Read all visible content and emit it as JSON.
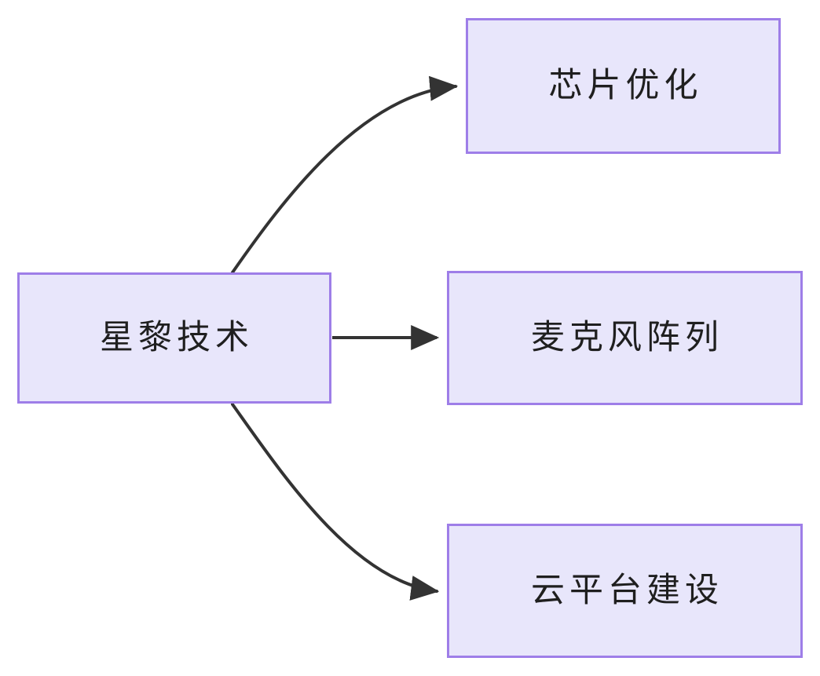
{
  "diagram": {
    "type": "flowchart",
    "direction": "left-to-right",
    "background_color": "#ffffff",
    "node_fill_color": "#e8e6fb",
    "node_border_color": "#9e7ee8",
    "edge_color": "#333333",
    "text_color": "#1f1f1f",
    "nodes": [
      {
        "id": "root",
        "label": "星黎技术"
      },
      {
        "id": "chip",
        "label": "芯片优化"
      },
      {
        "id": "mic",
        "label": "麦克风阵列"
      },
      {
        "id": "cloud",
        "label": "云平台建设"
      }
    ],
    "edges": [
      {
        "from": "root",
        "to": "chip",
        "style": "curved",
        "arrow": "triangle",
        "label": ""
      },
      {
        "from": "root",
        "to": "mic",
        "style": "straight",
        "arrow": "triangle",
        "label": ""
      },
      {
        "from": "root",
        "to": "cloud",
        "style": "curved",
        "arrow": "triangle",
        "label": ""
      }
    ]
  }
}
